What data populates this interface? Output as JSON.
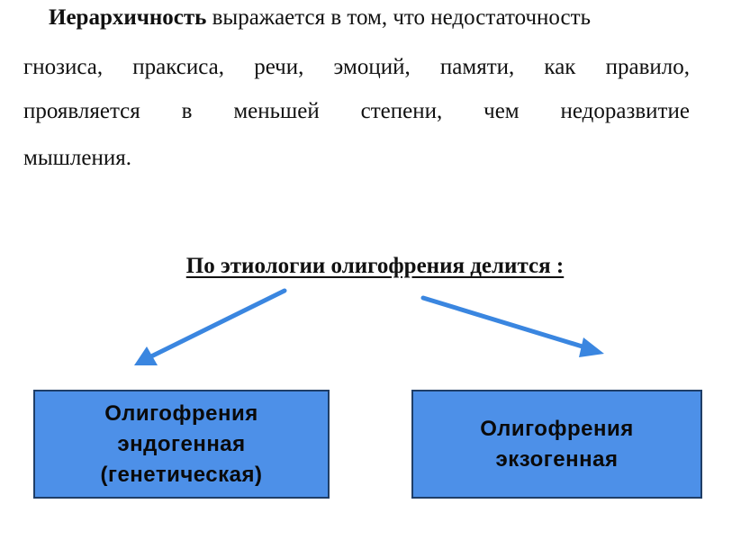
{
  "paragraph": {
    "term": "Иерархичность",
    "line1_rest": " выражается в том, что недостаточность",
    "line2_words": [
      "гнозиса,",
      "праксиса,",
      "речи,",
      "эмоций,",
      "памяти,",
      "как",
      "правило,"
    ],
    "line3_words": [
      "проявляется",
      "в",
      "меньшей",
      "степени,",
      "чем",
      "недоразвитие"
    ],
    "line4": "мышления."
  },
  "heading": "По этиологии олигофрения делится :",
  "boxes": {
    "left": {
      "line1": "Олигофрения",
      "line2": "эндогенная",
      "line3": "(генетическая)"
    },
    "right": {
      "line1": "Олигофрения",
      "line2": "экзогенная"
    }
  },
  "colors": {
    "box_fill": "#4d90e8",
    "box_border": "#1f3e67",
    "arrow": "#3a86e0"
  }
}
